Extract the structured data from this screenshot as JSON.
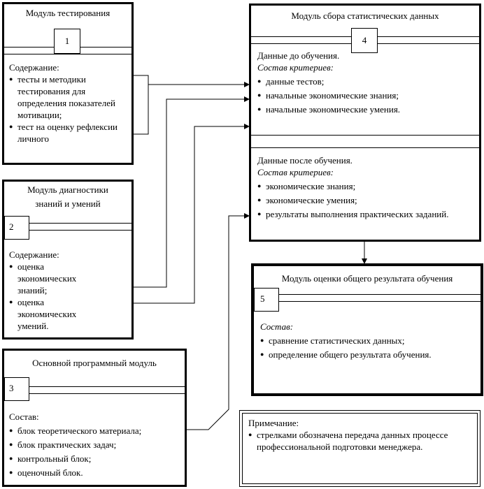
{
  "module1": {
    "title": "Модуль тестирования",
    "number": "1",
    "content_label": "Содержание:",
    "items": [
      "тесты и методики тестирования для определения показателей мотивации;",
      "тест на оценку рефлексии личного"
    ]
  },
  "module2": {
    "title_line1": "Модуль диагностики",
    "title_line2": "знаний и умений",
    "number": "2",
    "content_label": "Содержание:",
    "items": [
      "оценка экономических знаний;",
      "оценка экономических умений."
    ]
  },
  "module3": {
    "title": "Основной программный модуль",
    "number": "3",
    "content_label": "Состав:",
    "items": [
      "блок теоретического материала;",
      "блок практических задач;",
      "контрольный блок;",
      "оценочный блок."
    ]
  },
  "module4": {
    "title": "Модуль сбора статистических данных",
    "number": "4",
    "before_label": "Данные до обучения.",
    "criteria_label_1": "Состав критериев:",
    "before_items": [
      "данные тестов;",
      "начальные экономические знания;",
      "начальные экономические умения."
    ],
    "after_label": "Данные после обучения.",
    "criteria_label_2": "Состав критериев:",
    "after_items": [
      "экономические знания;",
      "экономические умения;",
      "результаты выполнения практических заданий."
    ]
  },
  "module5": {
    "title": "Модуль оценки общего результата обучения",
    "number": "5",
    "content_label": "Состав:",
    "items": [
      "сравнение статистических данных;",
      "определение общего результата обучения."
    ]
  },
  "note": {
    "label": "Примечание:",
    "items": [
      "стрелками обозначена передача данных процессе профессиональной подготовки менеджера."
    ]
  }
}
